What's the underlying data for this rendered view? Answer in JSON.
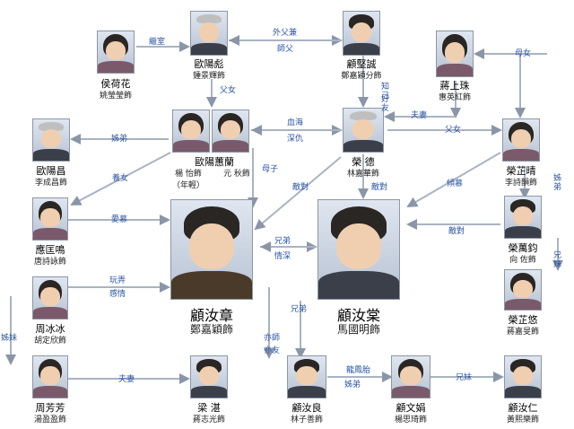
{
  "characters": {
    "hou_hehua": {
      "name": "侯荷花",
      "actor": "姚瑩瑩飾"
    },
    "ouyang_biao": {
      "name": "歐陽彪",
      "actor": "鍾景輝飾"
    },
    "gu_jiancheng": {
      "name": "顧堅誠",
      "actor": "鄭嘉穎分飾"
    },
    "jiang_shangzhu": {
      "name": "蔣上珠",
      "actor": "惠英紅飾"
    },
    "ouyang_chang": {
      "name": "歐陽昌",
      "actor": "李成昌飾"
    },
    "ouyang_huilan": {
      "name": "歐陽蕙蘭",
      "actor_young": "楊 怡飾",
      "actor_old": "元 秋飾",
      "note": "（年輕）"
    },
    "rong_de": {
      "name": "榮 德",
      "actor": "林嘉華飾"
    },
    "rong_zhiqing": {
      "name": "榮芷晴",
      "actor": "李詩韻飾"
    },
    "ying_kuangming": {
      "name": "應匡鳴",
      "actor": "唐詩詠飾"
    },
    "rong_wanjun": {
      "name": "榮萬鈞",
      "actor": "向 佐飾"
    },
    "zhou_bingbing": {
      "name": "周冰冰",
      "actor": "胡定欣飾"
    },
    "gu_ruzhang": {
      "name": "顧汝章",
      "actor": "鄭嘉穎飾"
    },
    "gu_rutang": {
      "name": "顧汝棠",
      "actor": "馬國明飾"
    },
    "rong_zhiyou": {
      "name": "榮芷悠",
      "actor": "蔣嘉旻飾"
    },
    "zhou_fangfang": {
      "name": "周芳芳",
      "actor": "湯盈盈飾"
    },
    "liang_zhan": {
      "name": "梁 湛",
      "actor": "蔣志光飾"
    },
    "gu_ruliang": {
      "name": "顧汝良",
      "actor": "林子善飾"
    },
    "gu_wenjuan": {
      "name": "顧文娟",
      "actor": "楊思琦飾"
    },
    "gu_ruren": {
      "name": "顧汝仁",
      "actor": "黃熙樂飾"
    }
  },
  "relations": {
    "concubine": "繼室",
    "maternal_grandfather": "外父兼",
    "master": "師父",
    "mother_daughter": "母女",
    "father_daughter": "父女",
    "confidant_1": "知己",
    "confidant_2": "好友",
    "blood_feud_1": "血海",
    "blood_feud_2": "深仇",
    "sister_brother": "姊弟",
    "couple_top": "夫妻",
    "father_daughter_2": "父女",
    "adopted_daughter": "養女",
    "mother_son": "母子",
    "rival_zhang": "敵對",
    "rival_tang": "敵對",
    "admire_huiming": "傾慕",
    "sister_brother_2": "姊弟",
    "love": "愛慕",
    "rival_wanjun": "敵對",
    "brothers": "兄弟",
    "deep_feelings": "情深",
    "brother_sister": "兄妹",
    "toy_1": "玩弄",
    "toy_2": "感情",
    "sister_younger": "姊妹",
    "brother_label": "兄弟",
    "teacher_friend_1": "亦師",
    "teacher_friend_2": "亦友",
    "twins": "龍鳳胎",
    "sister_brother_3": "姊弟",
    "couple_bottom": "夫妻",
    "brother_sister_2": "兄妹"
  }
}
